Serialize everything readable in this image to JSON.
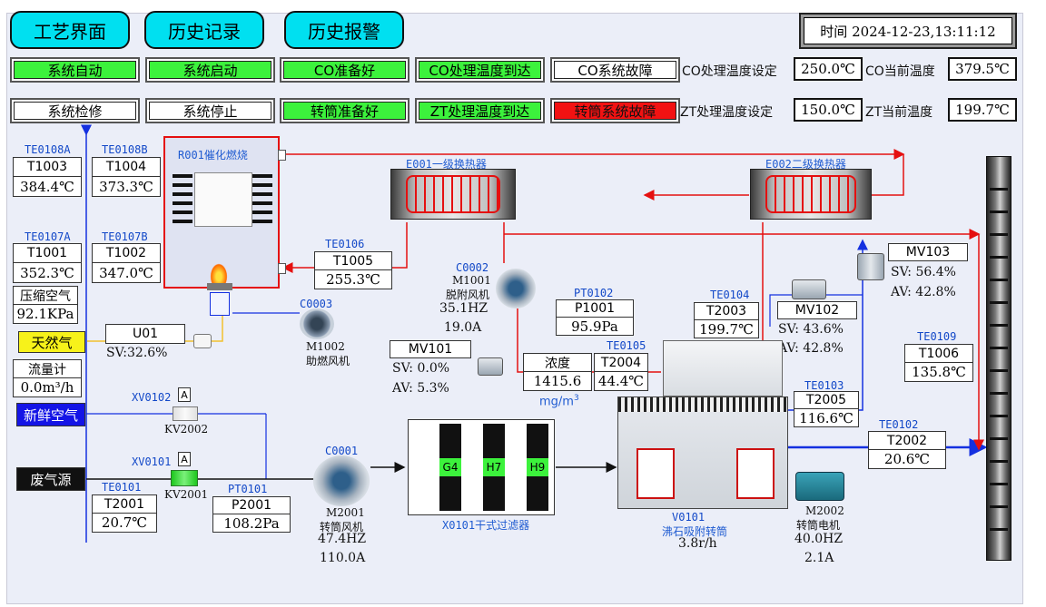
{
  "nav": {
    "tab_process": "工艺界面",
    "tab_history": "历史记录",
    "tab_alarm": "历史报警",
    "clock": "时间 2024-12-23,13:11:12"
  },
  "status": {
    "row1": [
      "系统自动",
      "系统启动",
      "CO准备好",
      "CO处理温度到达",
      "CO系统故障"
    ],
    "row2": [
      "系统检修",
      "系统停止",
      "转筒准备好",
      "ZT处理温度到达",
      "转筒系统故障"
    ],
    "co_set_label": "CO处理温度设定",
    "co_set_value": "250.0℃",
    "co_cur_label": "CO当前温度",
    "co_cur_value": "379.5℃",
    "zt_set_label": "ZT处理温度设定",
    "zt_set_value": "150.0℃",
    "zt_cur_label": "ZT当前温度",
    "zt_cur_value": "199.7℃"
  },
  "sensors": {
    "te0108a": {
      "tag": "TE0108A",
      "name": "T1003",
      "value": "384.4℃"
    },
    "te0108b": {
      "tag": "TE0108B",
      "name": "T1004",
      "value": "373.3℃"
    },
    "te0107a": {
      "tag": "TE0107A",
      "name": "T1001",
      "value": "352.3℃"
    },
    "te0107b": {
      "tag": "TE0107B",
      "name": "T1002",
      "value": "347.0℃"
    },
    "te0106": {
      "tag": "TE0106",
      "name": "T1005",
      "value": "255.3℃"
    },
    "pt0102": {
      "tag": "PT0102",
      "name": "P1001",
      "value": "95.9Pa"
    },
    "te0104": {
      "tag": "TE0104",
      "name": "T2003",
      "value": "199.7℃"
    },
    "te0105": {
      "tag": "TE0105",
      "name": "T2004",
      "value": "44.4℃"
    },
    "te0103": {
      "tag": "TE0103",
      "name": "T2005",
      "value": "116.6℃"
    },
    "te0109": {
      "tag": "TE0109",
      "name": "T1006",
      "value": "135.8℃"
    },
    "te0102": {
      "tag": "TE0102",
      "name": "T2002",
      "value": "20.6℃"
    },
    "te0101": {
      "tag": "TE0101",
      "name": "T2001",
      "value": "20.7℃"
    },
    "pt0101": {
      "tag": "PT0101",
      "name": "P2001",
      "value": "108.2Pa"
    }
  },
  "left": {
    "air_label": "压缩空气",
    "air_value": "92.1KPa",
    "gas_label": "天然气",
    "flow_label": "流量计",
    "flow_value": "0.0m³/h",
    "fresh_label": "新鲜空气",
    "waste_label": "废气源"
  },
  "equip": {
    "r001": "R001催化燃烧",
    "e001": "E001一级换热器",
    "e002": "E002二级换热器",
    "c0003": "C0003",
    "m1002": "M1002",
    "m1002_name": "助燃风机",
    "c0002": "C0002",
    "m1001": "M1001",
    "m1001_name": "脱附风机",
    "m1001_hz": "35.1HZ",
    "m1001_a": "19.0A",
    "c0001": "C0001",
    "m2001": "M2001",
    "m2001_name": "转筒风机",
    "m2001_hz": "47.4HZ",
    "m2001_a": "110.0A",
    "x0101": "X0101干式过滤器",
    "g4": "G4",
    "h7": "H7",
    "h9": "H9",
    "v0101": "V0101",
    "v0101_name": "沸石吸附转筒",
    "v0101_speed": "3.8r/h",
    "m2002": "M2002",
    "m2002_name": "转筒电机",
    "m2002_hz": "40.0HZ",
    "m2002_a": "2.1A"
  },
  "valves": {
    "u01": "U01",
    "u01_sv": "SV:32.6%",
    "mv101": "MV101",
    "mv101_sv": "SV:  0.0%",
    "mv101_av": "AV:  5.3%",
    "mv102": "MV102",
    "mv102_sv": "SV: 43.6%",
    "mv102_av": "AV: 42.8%",
    "mv103": "MV103",
    "mv103_sv": "SV: 56.4%",
    "mv103_av": "AV: 42.8%",
    "xv0102": "XV0102",
    "kv2002": "KV2002",
    "xv0101": "XV0101",
    "kv2001": "KV2001",
    "a_mark": "A"
  },
  "conc": {
    "label": "浓度",
    "value": "1415.6",
    "unit": "mg/m",
    "unit_sup": "3"
  }
}
